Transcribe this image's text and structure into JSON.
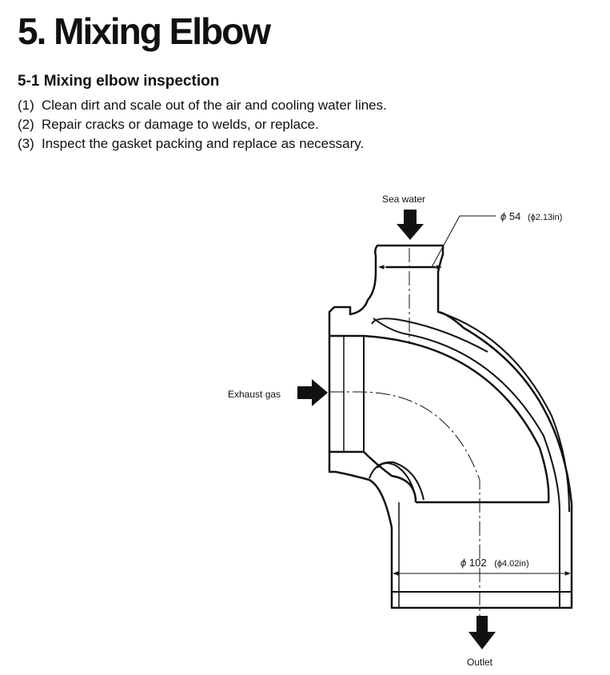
{
  "title": "5. Mixing Elbow",
  "section": {
    "heading": "5-1 Mixing elbow inspection",
    "steps": [
      {
        "num": "(1)",
        "text": "Clean dirt and scale out of the air and cooling water lines."
      },
      {
        "num": "(2)",
        "text": "Repair cracks or damage to welds, or replace."
      },
      {
        "num": "(3)",
        "text": "Inspect the gasket packing and replace as necessary."
      }
    ]
  },
  "figure": {
    "sea_water_label": "Sea water",
    "exhaust_gas_label": "Exhaust gas",
    "outlet_label": "Outlet",
    "dim_small": {
      "symbol": "ϕ",
      "value": "54",
      "imperial": "(ϕ2.13in)"
    },
    "dim_large": {
      "symbol": "ϕ",
      "value": "102",
      "imperial": "(ϕ4.02in)"
    }
  }
}
